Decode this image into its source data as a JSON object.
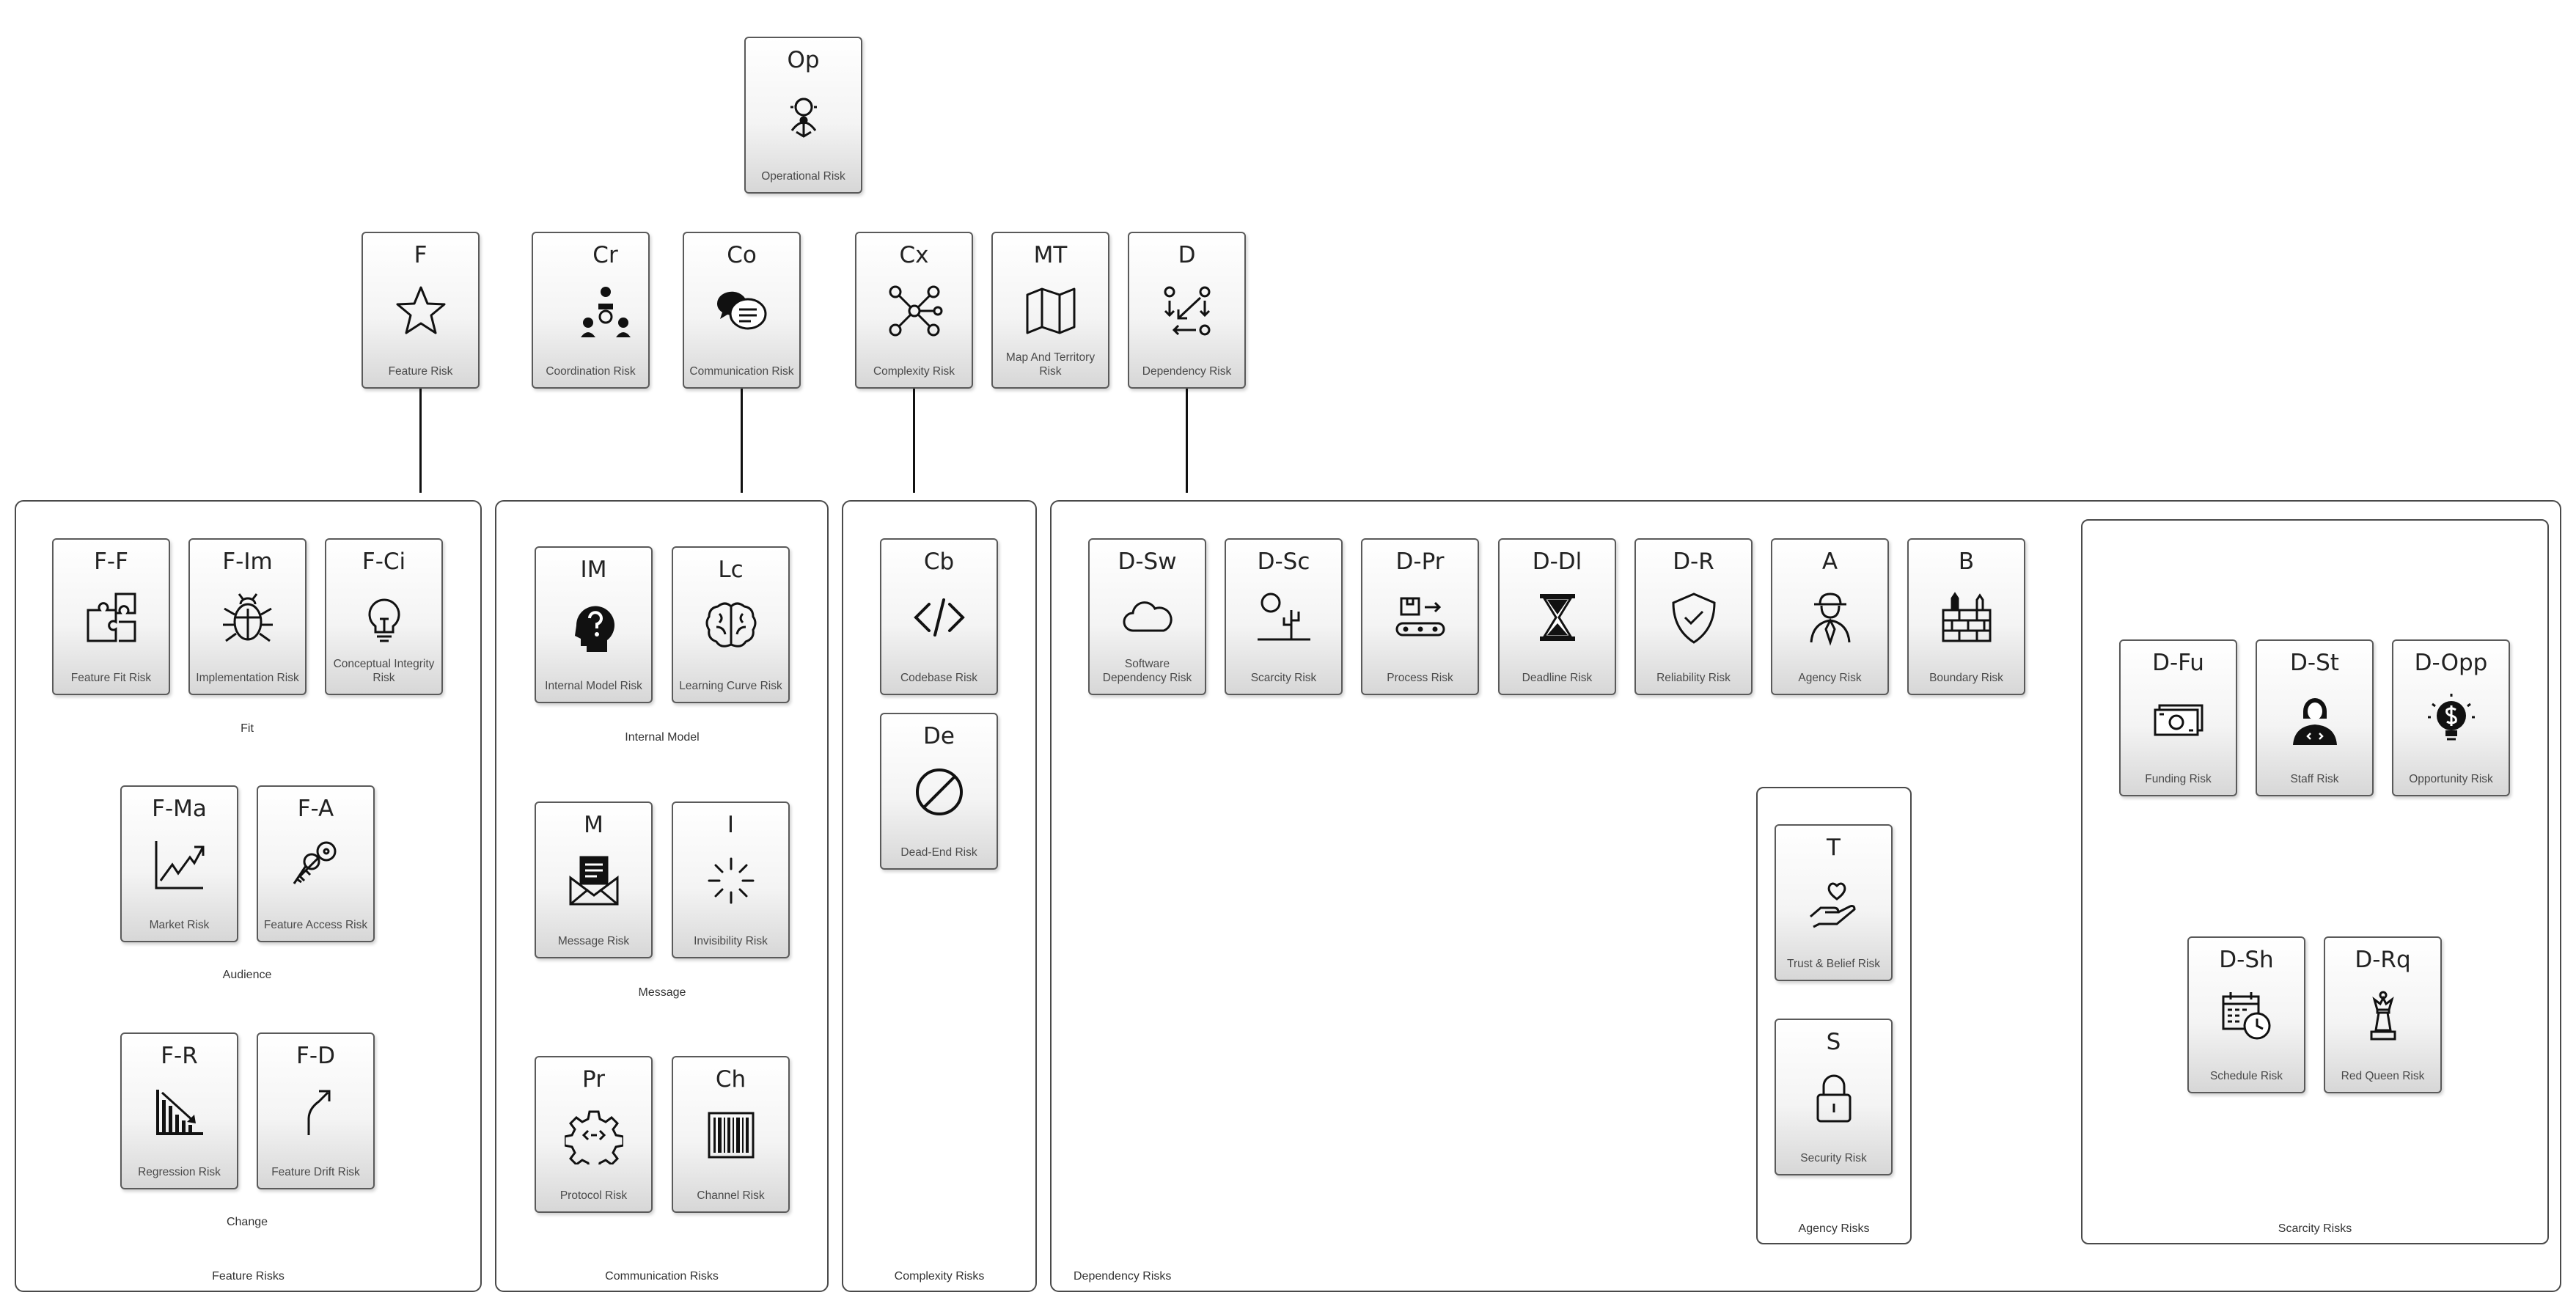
{
  "top": {
    "op": {
      "code": "Op",
      "name": "Operational Risk"
    },
    "f": {
      "code": "F",
      "name": "Feature Risk"
    },
    "cr": {
      "code": "Cr",
      "name": "Coordination Risk"
    },
    "co": {
      "code": "Co",
      "name": "Communication Risk"
    },
    "cx": {
      "code": "Cx",
      "name": "Complexity Risk"
    },
    "mt": {
      "code": "MT",
      "name": "Map And Territory Risk"
    },
    "d": {
      "code": "D",
      "name": "Dependency Risk"
    }
  },
  "feature": {
    "title": "Feature Risks",
    "fit_label": "Fit",
    "audience_label": "Audience",
    "change_label": "Change",
    "ff": {
      "code": "F-F",
      "name": "Feature Fit Risk"
    },
    "fim": {
      "code": "F-Im",
      "name": "Implementation Risk"
    },
    "fci": {
      "code": "F-Ci",
      "name": "Conceptual Integrity Risk"
    },
    "fma": {
      "code": "F-Ma",
      "name": "Market Risk"
    },
    "fa": {
      "code": "F-A",
      "name": "Feature Access Risk"
    },
    "fr": {
      "code": "F-R",
      "name": "Regression Risk"
    },
    "fd": {
      "code": "F-D",
      "name": "Feature Drift Risk"
    }
  },
  "communication": {
    "title": "Communication Risks",
    "internal_label": "Internal Model",
    "message_label": "Message",
    "im": {
      "code": "IM",
      "name": "Internal Model Risk"
    },
    "lc": {
      "code": "Lc",
      "name": "Learning Curve Risk"
    },
    "m": {
      "code": "M",
      "name": "Message Risk"
    },
    "i": {
      "code": "I",
      "name": "Invisibility Risk"
    },
    "pr": {
      "code": "Pr",
      "name": "Protocol Risk"
    },
    "ch": {
      "code": "Ch",
      "name": "Channel Risk"
    }
  },
  "complexity": {
    "title": "Complexity Risks",
    "cb": {
      "code": "Cb",
      "name": "Codebase Risk"
    },
    "de": {
      "code": "De",
      "name": "Dead-End Risk"
    }
  },
  "dependency": {
    "title": "Dependency Risks",
    "dsw": {
      "code": "D-Sw",
      "name": "Software Dependency Risk"
    },
    "dsc": {
      "code": "D-Sc",
      "name": "Scarcity Risk"
    },
    "dpr": {
      "code": "D-Pr",
      "name": "Process Risk"
    },
    "ddl": {
      "code": "D-Dl",
      "name": "Deadline Risk"
    },
    "dr": {
      "code": "D-R",
      "name": "Reliability Risk"
    },
    "a": {
      "code": "A",
      "name": "Agency Risk"
    },
    "b": {
      "code": "B",
      "name": "Boundary Risk"
    }
  },
  "agency": {
    "title": "Agency Risks",
    "t": {
      "code": "T",
      "name": "Trust & Belief Risk"
    },
    "s": {
      "code": "S",
      "name": "Security Risk"
    }
  },
  "scarcity": {
    "title": "Scarcity Risks",
    "dfu": {
      "code": "D-Fu",
      "name": "Funding Risk"
    },
    "dst": {
      "code": "D-St",
      "name": "Staff Risk"
    },
    "dopp": {
      "code": "D-Opp",
      "name": "Opportunity Risk"
    },
    "dsh": {
      "code": "D-Sh",
      "name": "Schedule Risk"
    },
    "drq": {
      "code": "D-Rq",
      "name": "Red Queen Risk"
    }
  },
  "icons": {
    "op": "operator-person-icon",
    "f": "star-icon",
    "cr": "coordination-people-icon",
    "co": "speech-bubbles-icon",
    "cx": "network-nodes-icon",
    "mt": "folded-map-icon",
    "d": "dependency-arrows-icon",
    "ff": "puzzle-icon",
    "fim": "bug-icon",
    "fci": "lightbulb-icon",
    "fma": "trend-up-icon",
    "fa": "keys-icon",
    "fr": "bar-chart-down-icon",
    "fd": "curved-arrow-icon",
    "im": "head-question-icon",
    "lc": "brain-icon",
    "m": "envelope-icon",
    "i": "invisible-burst-icon",
    "pr": "protocol-gear-icon",
    "ch": "barcode-icon",
    "cb": "code-brackets-icon",
    "de": "no-entry-icon",
    "dsw": "cloud-icon",
    "dsc": "cactus-icon",
    "dpr": "conveyor-icon",
    "ddl": "hourglass-icon",
    "dr": "shield-check-icon",
    "a": "agent-person-icon",
    "b": "wall-icon",
    "t": "hand-heart-icon",
    "s": "padlock-icon",
    "dfu": "money-icon",
    "dst": "staff-person-icon",
    "dopp": "bulb-dollar-icon",
    "dsh": "calendar-clock-icon",
    "drq": "chess-queen-icon"
  }
}
